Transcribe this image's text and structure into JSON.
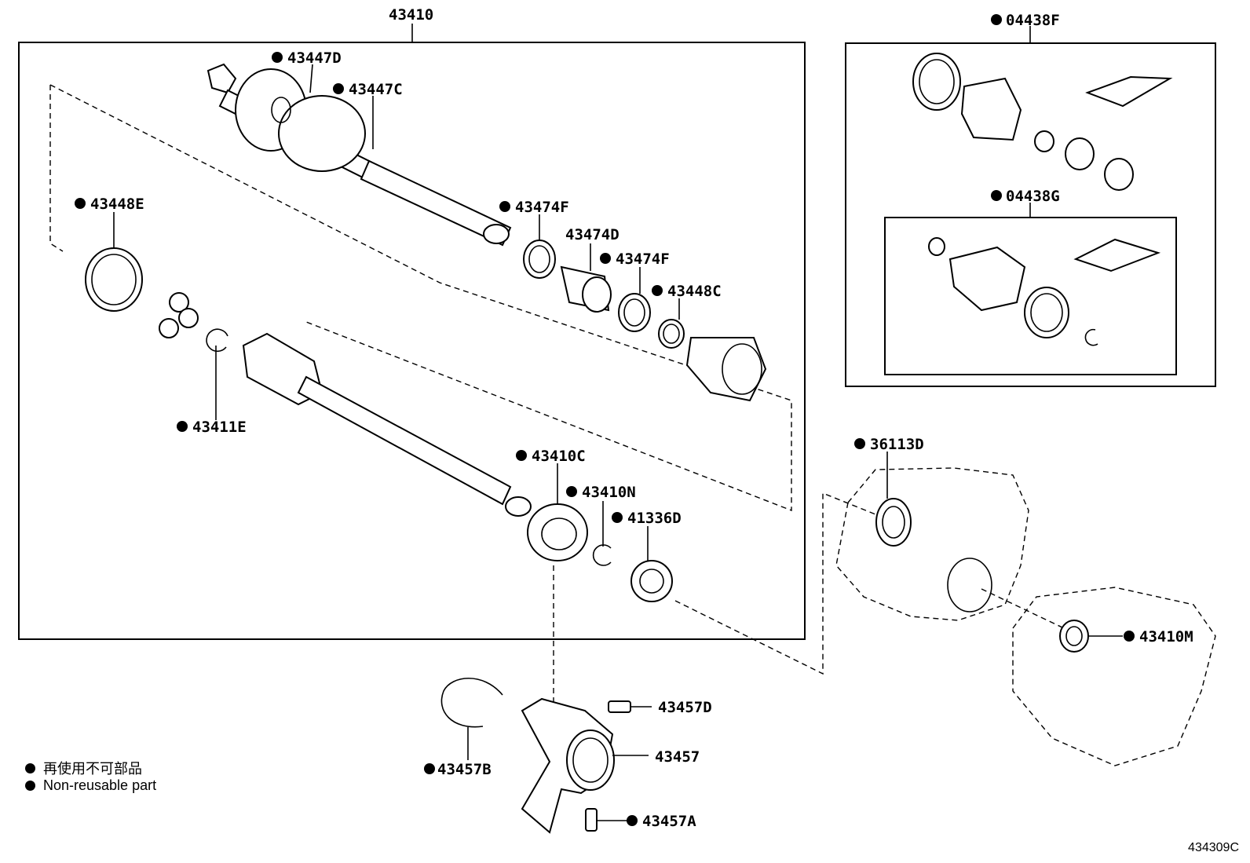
{
  "diagram": {
    "figure_code": "434309C",
    "legend": {
      "line1": "再使用不可部品",
      "line2": "Non-reusable part"
    },
    "labels": {
      "main_assembly": "43410",
      "kit_f": "04438F",
      "kit_g": "04438G",
      "p43447D": "43447D",
      "p43447C": "43447C",
      "p43448E": "43448E",
      "p43474F_1": "43474F",
      "p43474D": "43474D",
      "p43474F_2": "43474F",
      "p43448C": "43448C",
      "p43411E": "43411E",
      "p43410C": "43410C",
      "p43410N": "43410N",
      "p41336D": "41336D",
      "p36113D": "36113D",
      "p43410M": "43410M",
      "p43457D": "43457D",
      "p43457": "43457",
      "p43457B": "43457B",
      "p43457A": "43457A"
    }
  }
}
